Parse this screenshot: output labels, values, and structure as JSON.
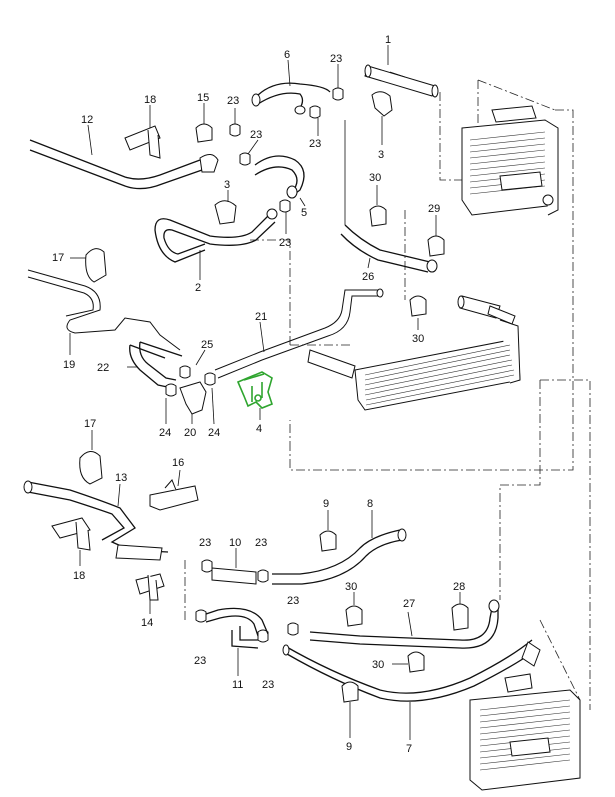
{
  "callouts": [
    {
      "id": "c1",
      "text": "1"
    },
    {
      "id": "c6",
      "text": "6"
    },
    {
      "id": "c23a",
      "text": "23"
    },
    {
      "id": "c18a",
      "text": "18"
    },
    {
      "id": "c15",
      "text": "15"
    },
    {
      "id": "c23b",
      "text": "23"
    },
    {
      "id": "c23c",
      "text": "23"
    },
    {
      "id": "c23d",
      "text": "23"
    },
    {
      "id": "c12",
      "text": "12"
    },
    {
      "id": "c3a",
      "text": "3"
    },
    {
      "id": "c3b",
      "text": "3"
    },
    {
      "id": "c5",
      "text": "5"
    },
    {
      "id": "c23e",
      "text": "23"
    },
    {
      "id": "c30a",
      "text": "30"
    },
    {
      "id": "c29",
      "text": "29"
    },
    {
      "id": "c17a",
      "text": "17"
    },
    {
      "id": "c26",
      "text": "26"
    },
    {
      "id": "c2",
      "text": "2"
    },
    {
      "id": "c30b",
      "text": "30"
    },
    {
      "id": "c21",
      "text": "21"
    },
    {
      "id": "c25",
      "text": "25"
    },
    {
      "id": "c19",
      "text": "19"
    },
    {
      "id": "c22",
      "text": "22"
    },
    {
      "id": "c24a",
      "text": "24"
    },
    {
      "id": "c20",
      "text": "20"
    },
    {
      "id": "c24b",
      "text": "24"
    },
    {
      "id": "c4",
      "text": "4"
    },
    {
      "id": "c17b",
      "text": "17"
    },
    {
      "id": "c13",
      "text": "13"
    },
    {
      "id": "c16",
      "text": "16"
    },
    {
      "id": "c9a",
      "text": "9"
    },
    {
      "id": "c8",
      "text": "8"
    },
    {
      "id": "c23f",
      "text": "23"
    },
    {
      "id": "c10",
      "text": "10"
    },
    {
      "id": "c23g",
      "text": "23"
    },
    {
      "id": "c18b",
      "text": "18"
    },
    {
      "id": "c30c",
      "text": "30"
    },
    {
      "id": "c28",
      "text": "28"
    },
    {
      "id": "c14",
      "text": "14"
    },
    {
      "id": "c23h",
      "text": "23"
    },
    {
      "id": "c27",
      "text": "27"
    },
    {
      "id": "c30d",
      "text": "30"
    },
    {
      "id": "c23i",
      "text": "23"
    },
    {
      "id": "c11",
      "text": "11"
    },
    {
      "id": "c23j",
      "text": "23"
    },
    {
      "id": "c7",
      "text": "7"
    },
    {
      "id": "c9b",
      "text": "9"
    }
  ],
  "colors": {
    "line": "#111111",
    "highlight": "#2fa52f",
    "background": "#ffffff"
  }
}
